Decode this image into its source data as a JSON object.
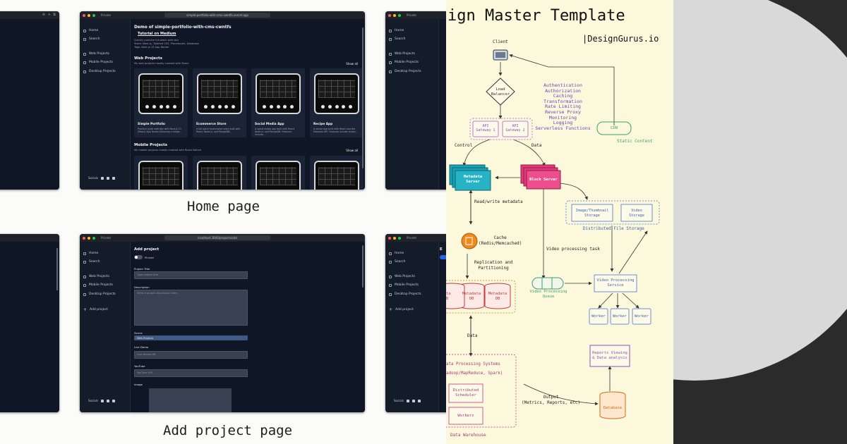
{
  "browser": {
    "private_label": "Private",
    "home_url": "simple-portfolio-with-cms-cwntfs.vercel.app",
    "add_url": "localhost:3000/projects/add"
  },
  "sidebar": {
    "items": [
      "Home",
      "Search",
      "Web Projects",
      "Mobile Projects",
      "Desktop Projects"
    ],
    "add_item": "Add project",
    "socials": "Socials"
  },
  "home": {
    "title": "Demo of simple-portfolio-with-cms-cwntfs",
    "link": "Tutorial on Medium",
    "desc": "Quickly practice full-stack web dev",
    "stack": "Stack: Next.js, Tailwind CSS, Planetscale, Database",
    "tags": "Tags: Next.js 13 App Router",
    "web_heading": "Web Projects",
    "web_sub": "My web projects mostly created with React",
    "show_all": "Show all",
    "cards": [
      {
        "title": "Simple Portfolio",
        "desc": "Practice quick web dev with Next.js 13 (React) App Router following a recipe..."
      },
      {
        "title": "Ecommerce Store",
        "desc": "A full-stack ecommerce store built with React, Node.js, and MongoDB..."
      },
      {
        "title": "Social Media App",
        "desc": "A social media app built with React, Node.js, and MongoDB. Features include..."
      },
      {
        "title": "Recipe App",
        "desc": "A recipe app built with React and the Edamam API. Features include recipe..."
      }
    ],
    "mobile_heading": "Mobile Projects",
    "mobile_sub": "My mobile projects mostly created with React Native"
  },
  "add": {
    "title": "Add project",
    "pinned": "Pinned",
    "f_title": "Project Title",
    "p_title": "Type project title",
    "f_desc": "Description",
    "p_desc": "Write a project description here...",
    "f_series": "Series",
    "v_series": "Web Projects",
    "f_live": "Live Demo",
    "p_live": "Live Demo URL",
    "f_yt": "YouTube",
    "p_yt": "YouTube URL",
    "f_img": "Image"
  },
  "captions": {
    "home": "Home page",
    "add": "Add project page",
    "edit_peek": "E"
  },
  "diagram": {
    "title": "ign Master Template",
    "brand": "|DesignGurus.io",
    "client": "Client",
    "lb": [
      "Load",
      "Balancer"
    ],
    "gw1": [
      "API",
      "Gateway 1"
    ],
    "gw2": [
      "API",
      "Gateway 2"
    ],
    "features": [
      "Authentication",
      "Authorization",
      "Caching",
      "Transformation",
      "Rate Limiting",
      "Reverse Proxy",
      "Monitoring",
      "Logging",
      "Serverless Functions"
    ],
    "cdn": "CDN",
    "static": "Static Content",
    "control": "Control",
    "data_lbl": "Data",
    "meta_server": [
      "Metadata",
      "Server"
    ],
    "block_server": "Block Server",
    "rw_meta": "Read/write metadata",
    "img_storage": [
      "Image/Thumbnail",
      "Storage"
    ],
    "video_storage": [
      "Video",
      "Storage"
    ],
    "dfs": "Distributed File Storage",
    "cache": [
      "Cache",
      "(Redis/Memcached)"
    ],
    "video_task": "Video processing task",
    "replication": [
      "Replication and",
      "Partitioning"
    ],
    "meta_db": [
      "Metadata",
      "DB"
    ],
    "db_edge": [
      "ta",
      "B"
    ],
    "vpq": [
      "Video Processing",
      "Queue"
    ],
    "vps": [
      "Video Processing",
      "Service"
    ],
    "worker": "Worker",
    "dps": [
      "ata Processing Systems",
      "adoop/MapReduce, Spark)"
    ],
    "sched": [
      "Distributed",
      "Scheduler"
    ],
    "workers": "Workers",
    "reports": [
      "Reports Viewing",
      "& Data analysis"
    ],
    "output": [
      "Output",
      "(Metrics, Reports, etc)"
    ],
    "database": "Database",
    "dwh": "Data Warehouse"
  }
}
